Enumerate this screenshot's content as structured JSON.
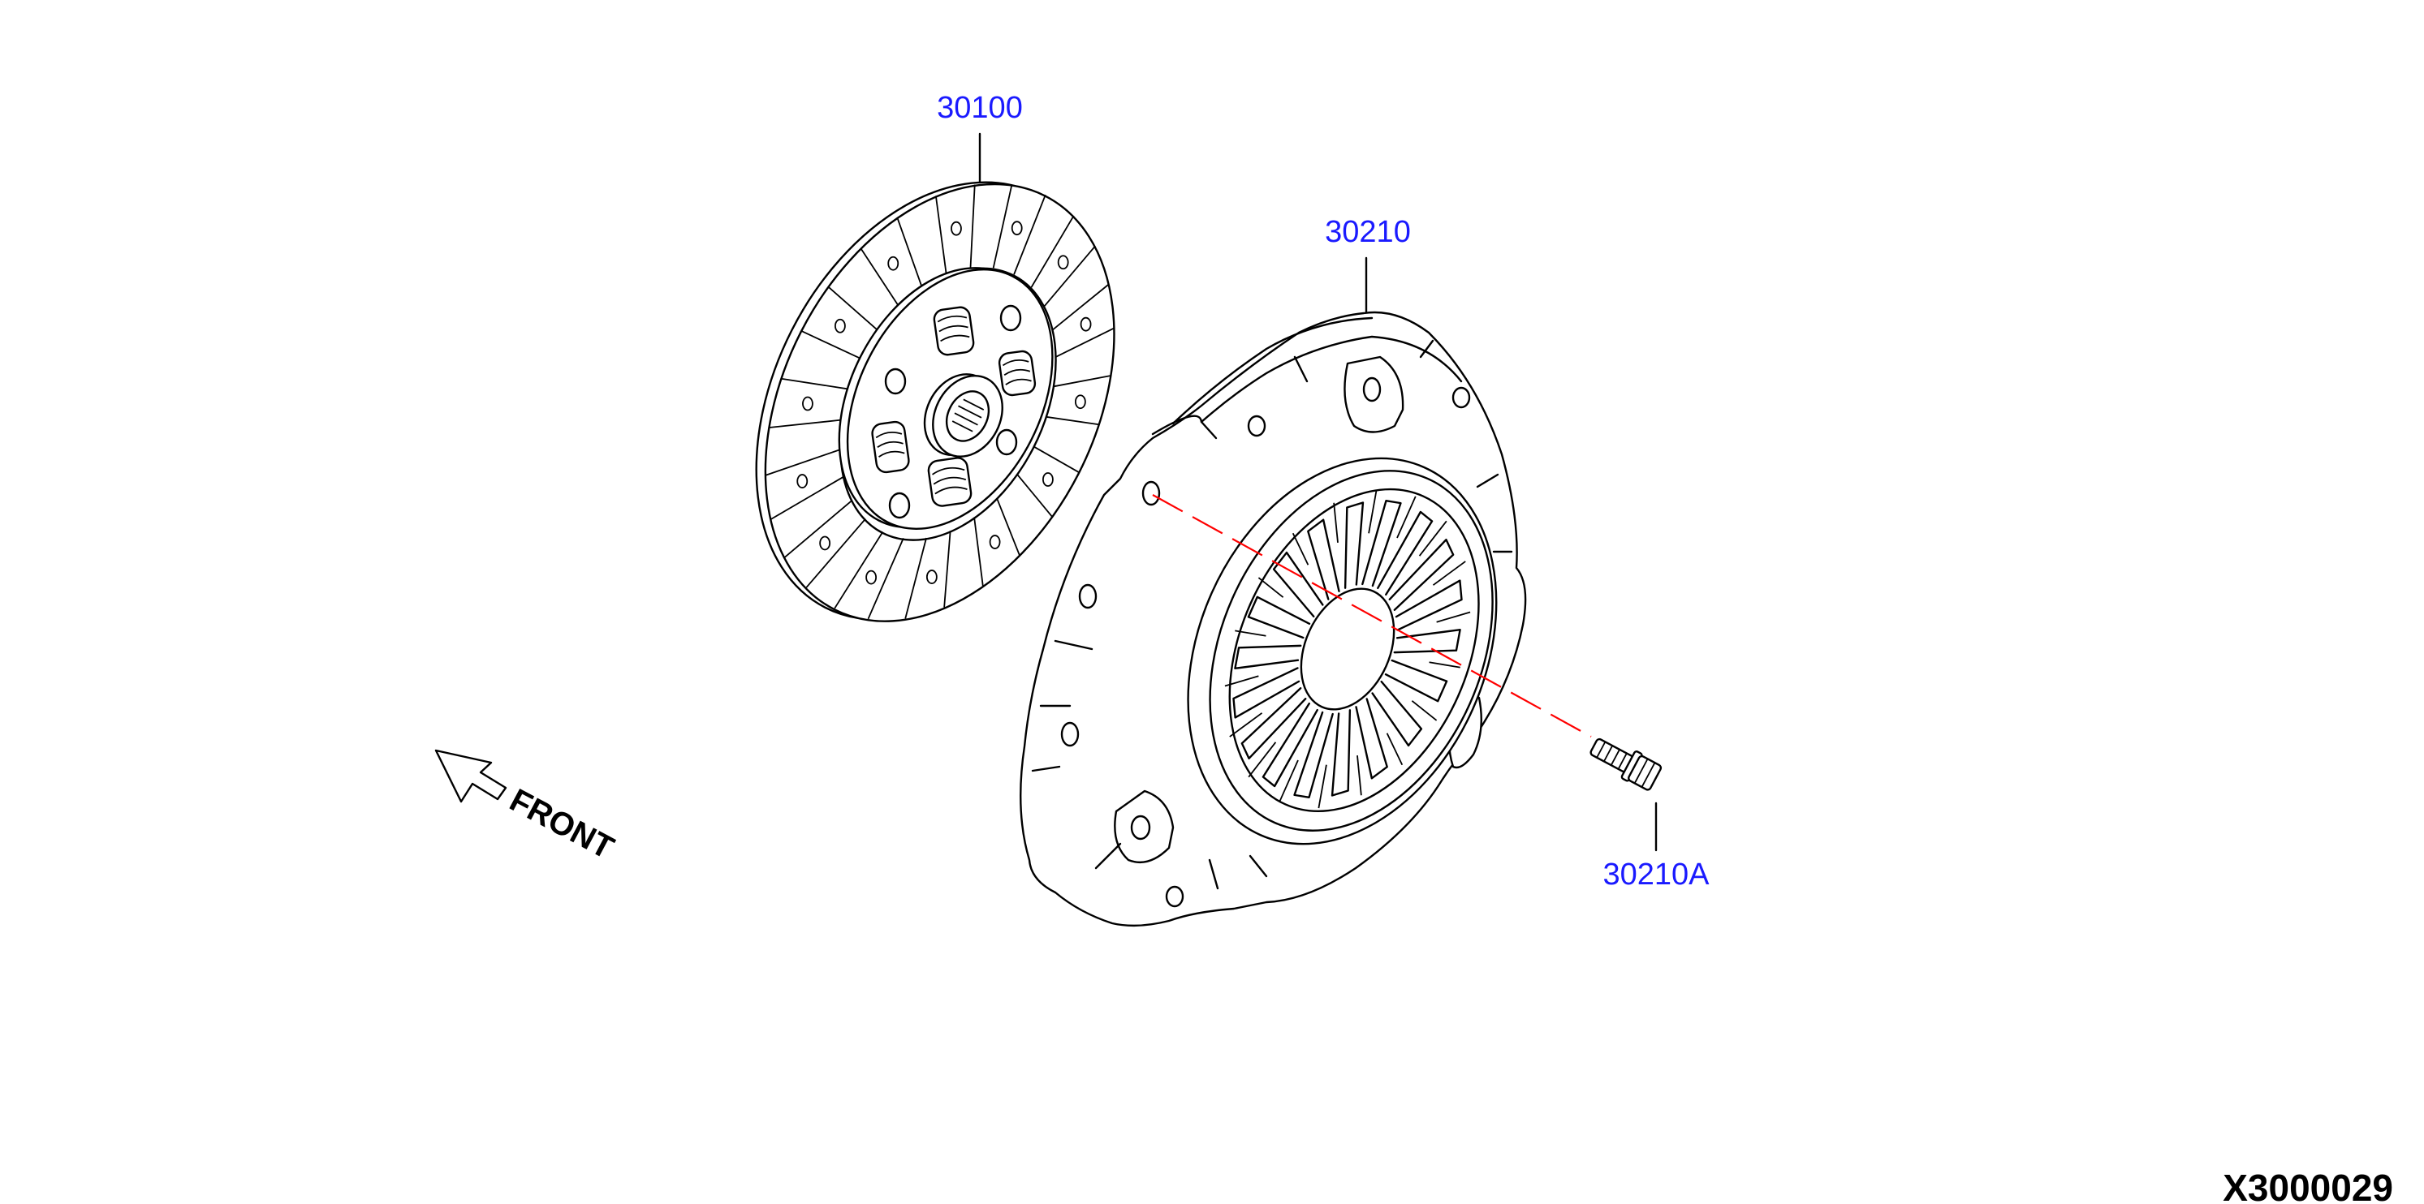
{
  "diagram": {
    "parts": [
      {
        "id": "clutch-disc",
        "callout": "30100"
      },
      {
        "id": "clutch-cover",
        "callout": "30210"
      },
      {
        "id": "cover-bolt",
        "callout": "30210A"
      }
    ],
    "direction_label": "FRONT",
    "figure_code": "X3000029",
    "colors": {
      "callout_text": "#1a1aff",
      "line_art": "#000000",
      "alignment_line": "#ff0000",
      "background": "#ffffff"
    },
    "icons": [
      "front-arrow-icon"
    ]
  }
}
